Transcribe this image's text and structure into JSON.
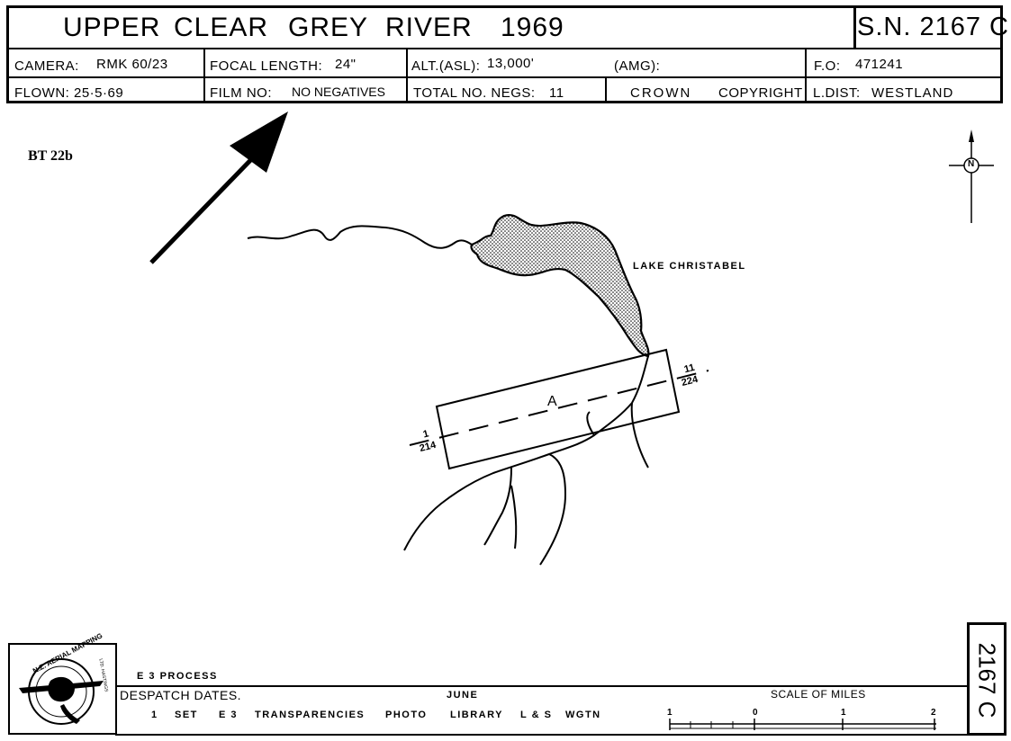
{
  "header": {
    "title_words": [
      "UPPER",
      "CLEAR",
      "GREY",
      "RIVER",
      "1969"
    ],
    "sheet_number": "S.N. 2167 C",
    "camera_label": "CAMERA:",
    "camera_value": "RMK 60/23",
    "focal_label": "FOCAL LENGTH:",
    "focal_value": "24\"",
    "alt_label": "ALT.(ASL):",
    "alt_value": "13,000'",
    "amg_label": "(AMG):",
    "fo_label": "F.O:",
    "fo_value": "471241",
    "flown_label": "FLOWN:",
    "flown_value": "25·5·69",
    "film_label": "FILM NO:",
    "film_value": "NO NEGATIVES",
    "negs_label": "TOTAL NO. NEGS:",
    "negs_value": "11",
    "crown_word": "CROWN",
    "copyright_word": "COPYRIGHT",
    "ldist_label": "L.DIST:",
    "ldist_value": "WESTLAND"
  },
  "map": {
    "code_label": "BT 22b",
    "compass_letter": "N",
    "lake_label": "LAKE CHRISTABEL",
    "run_label": "A",
    "run_start_top": "1",
    "run_start_bottom": "214",
    "run_end_top": "11",
    "run_end_bottom": "224"
  },
  "footer": {
    "logo_text": "N.Z. AERIAL MAPPING",
    "logo_small": "LTD. HASTINGS",
    "process": "E 3 PROCESS",
    "despatch_label": "DESPATCH DATES.",
    "month": "JUNE",
    "scale_label": "SCALE OF MILES",
    "scale_ticks": [
      "1",
      "0",
      "1",
      "2"
    ],
    "items": [
      "1",
      "SET",
      "E 3",
      "TRANSPARENCIES",
      "PHOTO",
      "LIBRARY",
      "L & S",
      "WGTN"
    ],
    "side_code": "2167 C"
  },
  "colors": {
    "ink": "#000000",
    "paper": "#ffffff",
    "lake_fill": "#d9d9d9"
  }
}
